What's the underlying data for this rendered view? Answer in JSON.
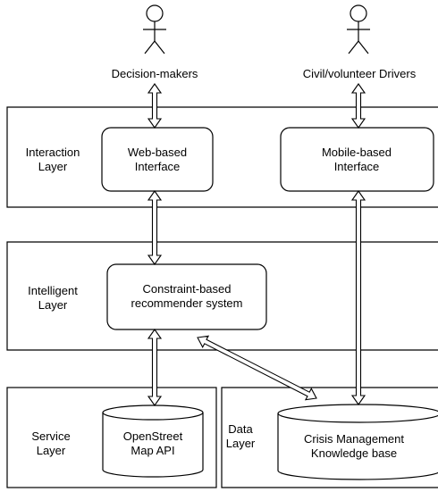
{
  "actors": {
    "decision_makers": "Decision-makers",
    "drivers": "Civil/volunteer Drivers"
  },
  "layers": {
    "interaction": [
      "Interaction",
      "Layer"
    ],
    "intelligent": [
      "Intelligent",
      "Layer"
    ],
    "service": [
      "Service",
      "Layer"
    ],
    "data": [
      "Data",
      "Layer"
    ]
  },
  "components": {
    "web_interface": [
      "Web-based",
      "Interface"
    ],
    "mobile_interface": [
      "Mobile-based",
      "Interface"
    ],
    "recommender": [
      "Constraint-based",
      "recommender system"
    ],
    "map_api": [
      "OpenStreet",
      "Map API"
    ],
    "knowledge_base": [
      "Crisis Management",
      "Knowledge base"
    ]
  },
  "colors": {
    "stroke": "#000000",
    "fill": "#ffffff"
  }
}
